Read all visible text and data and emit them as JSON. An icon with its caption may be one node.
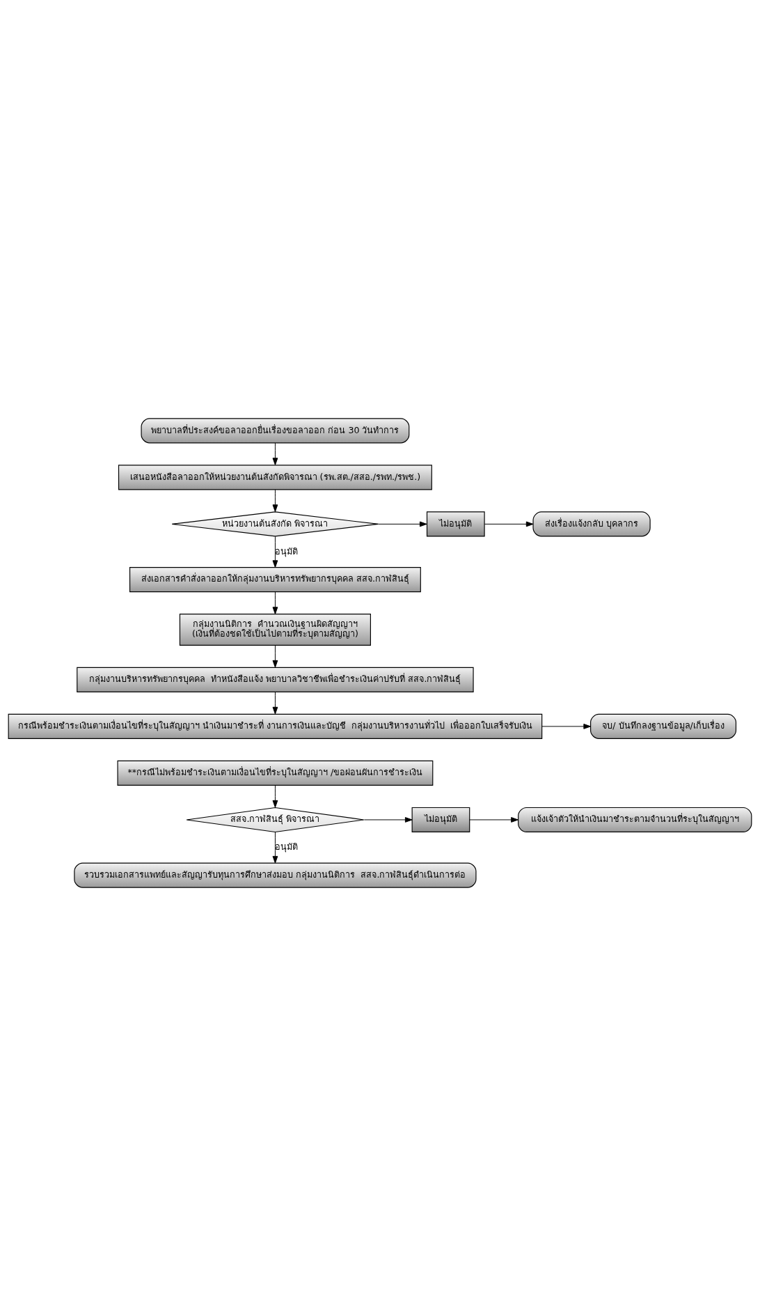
{
  "diagram": {
    "nodes": [
      {
        "text": [
          "พยาบาลที่ประสงค์ขอลาออกยื่นเรื่องขอลาออก ก่อน 30 วันทำการ"
        ]
      },
      {
        "text": [
          "เสนอหนังสือลาออกให้หน่วยงานต้นสังกัดพิจารณา (รพ.สต./สสอ./รพท./รพช.)"
        ]
      },
      {
        "text": [
          "หน่วยงานต้นสังกัด พิจารณา"
        ]
      },
      {
        "text": [
          "ไม่อนุมัติ"
        ]
      },
      {
        "text": [
          "ส่งเรื่องแจ้งกลับ บุคลากร"
        ]
      },
      {
        "text": [
          "ส่งเอกสารคำสั่งลาออกให้กลุ่มงานบริหารทรัพยากรบุคคล สสจ.กาฬสินธุ์"
        ]
      },
      {
        "text": [
          "กลุ่มงานนิติการ  คำนวณเงินฐานผิดสัญญาฯ",
          "(เงินที่ต้องชดใช้เป็นไปตามที่ระบุตามสัญญา)"
        ]
      },
      {
        "text": [
          "กลุ่มงานบริหารทรัพยากรบุคคล  ทำหนังสือแจ้ง พยาบาลวิชาชีพเพื่อชำระเงินค่าปรับที่ สสจ.กาฬสินธุ์"
        ]
      },
      {
        "text": [
          "กรณีพร้อมชำระเงินตามเงื่อนไขที่ระบุในสัญญาฯ นำเงินมาชำระที่ งานการเงินและบัญชี  กลุ่มงานบริหารงานทั่วไป  เพื่อออกใบเสร็จรับเงิน"
        ]
      },
      {
        "text": [
          "จบ/ บันทึกลงฐานข้อมูล/เก็บเรื่อง"
        ]
      },
      {
        "text": [
          "**กรณีไม่พร้อมชำระเงินตามเงื่อนไขที่ระบุในสัญญาฯ /ขอผ่อนผันการชำระเงิน"
        ]
      },
      {
        "text": [
          "สสจ.กาฬสินธุ์ พิจารณา"
        ]
      },
      {
        "text": [
          "ไม่อนุมัติ"
        ]
      },
      {
        "text": [
          "แจ้งเจ้าตัวให้นำเงินมาชำระตามจำนวนที่ระบุในสัญญาฯ"
        ]
      },
      {
        "text": [
          "รวบรวมเอกสารแพทย์และสัญญารับทุนการศึกษาส่งมอบ กลุ่มงานนิติการ  สสจ.กาฬสินธุ์ดำเนินการต่อ"
        ]
      }
    ],
    "edges": [
      {
        "from": 0,
        "to": 1,
        "arrow": "to"
      },
      {
        "from": 1,
        "to": 2,
        "arrow": "to"
      },
      {
        "from": 2,
        "to": 3,
        "arrow": "to"
      },
      {
        "from": 3,
        "to": 4,
        "arrow": "to"
      },
      {
        "from": 2,
        "to": 5,
        "arrow": "to",
        "label": "อนุมัติ"
      },
      {
        "from": 5,
        "to": 6,
        "arrow": "to"
      },
      {
        "from": 6,
        "to": 7,
        "arrow": "to"
      },
      {
        "from": 7,
        "to": 8,
        "arrow": "to"
      },
      {
        "from": 8,
        "to": 9,
        "arrow": "to"
      },
      {
        "from": 10,
        "to": 11,
        "arrow": "to"
      },
      {
        "from": 11,
        "to": 12,
        "arrow": "to"
      },
      {
        "from": 12,
        "to": 13,
        "arrow": "to"
      },
      {
        "from": 11,
        "to": 14,
        "arrow": "to",
        "label": "อนุมัติ"
      }
    ]
  }
}
